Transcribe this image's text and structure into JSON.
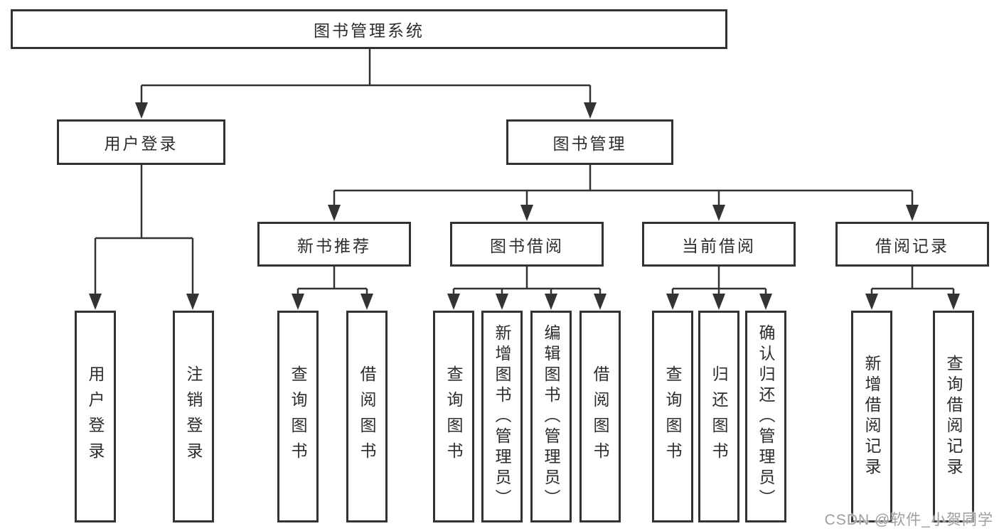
{
  "tree": {
    "root": "图书管理系统",
    "branches": [
      {
        "label": "用户登录",
        "children": [
          "用户登录",
          "注销登录"
        ]
      },
      {
        "label": "图书管理",
        "groups": [
          {
            "label": "新书推荐",
            "children": [
              "查询图书",
              "借阅图书"
            ]
          },
          {
            "label": "图书借阅",
            "children": [
              "查询图书",
              "新增图书（管理员）",
              "编辑图书（管理员）",
              "借阅图书"
            ]
          },
          {
            "label": "当前借阅",
            "children": [
              "查询图书",
              "归还图书",
              "确认归还（管理员）"
            ]
          },
          {
            "label": "借阅记录",
            "children": [
              "新增借阅记录",
              "查询借阅记录"
            ]
          }
        ]
      }
    ]
  },
  "watermark": "CSDN @软件_小贺同学",
  "colors": {
    "line": "#333333",
    "box_border": "#333333",
    "text": "#2d2d2d",
    "background": "#ffffff",
    "watermark": "#9e9e9e"
  }
}
